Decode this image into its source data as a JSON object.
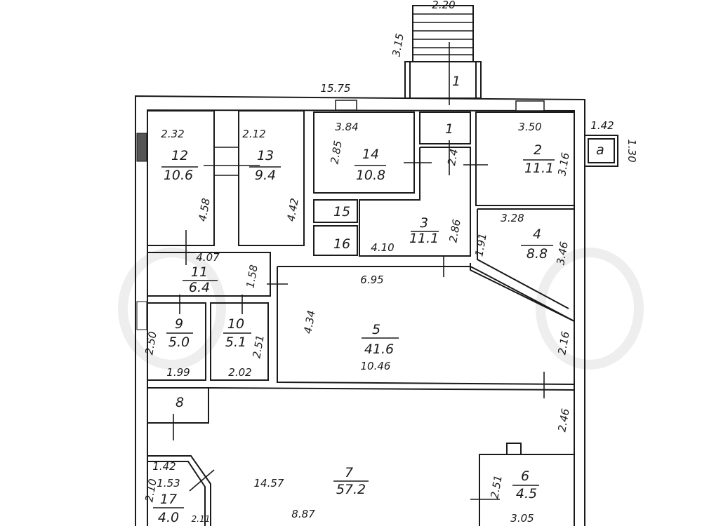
{
  "plan": {
    "overall_width": "15.75",
    "stair_width": "2.20",
    "stair_length": "3.15",
    "rooms": [
      {
        "id": "1",
        "number": "1"
      },
      {
        "id": "2",
        "number": "2",
        "area": "11.1",
        "w": "3.50",
        "h": "3.16"
      },
      {
        "id": "3",
        "number": "3",
        "area": "11.1",
        "w": "4.10",
        "h": "2.86"
      },
      {
        "id": "4",
        "number": "4",
        "area": "8.8",
        "w": "3.28",
        "h": "3.46",
        "h2": "1.91"
      },
      {
        "id": "5",
        "number": "5",
        "area": "41.6",
        "w": "6.95",
        "w2": "10.46",
        "h": "4.34",
        "h2": "2.16"
      },
      {
        "id": "6",
        "number": "6",
        "area": "4.5",
        "w": "3.05",
        "h": "2.51"
      },
      {
        "id": "7",
        "number": "7",
        "area": "57.2",
        "w": "14.57",
        "w2": "8.87",
        "h": "2.46"
      },
      {
        "id": "8",
        "number": "8",
        "w": "1.53"
      },
      {
        "id": "9",
        "number": "9",
        "area": "5.0",
        "w": "1.99",
        "h": "2.50"
      },
      {
        "id": "10",
        "number": "10",
        "area": "5.1",
        "w": "2.02",
        "h": "2.51"
      },
      {
        "id": "11",
        "number": "11",
        "area": "6.4",
        "w": "4.07",
        "h": "1.58"
      },
      {
        "id": "12",
        "number": "12",
        "area": "10.6",
        "w": "2.32",
        "h": "4.58"
      },
      {
        "id": "13",
        "number": "13",
        "area": "9.4",
        "w": "2.12",
        "h": "4.42"
      },
      {
        "id": "14",
        "number": "14",
        "area": "10.8",
        "w": "3.84",
        "h": "2.85"
      },
      {
        "id": "15",
        "number": "15"
      },
      {
        "id": "16",
        "number": "16"
      },
      {
        "id": "17",
        "number": "17",
        "area": "4.0",
        "w": "1.42",
        "h": "2.10",
        "w2": "2.11"
      },
      {
        "id": "a",
        "number": "a",
        "w": "1.42",
        "h": "1.30"
      }
    ],
    "corridor_dim": "2.4"
  }
}
